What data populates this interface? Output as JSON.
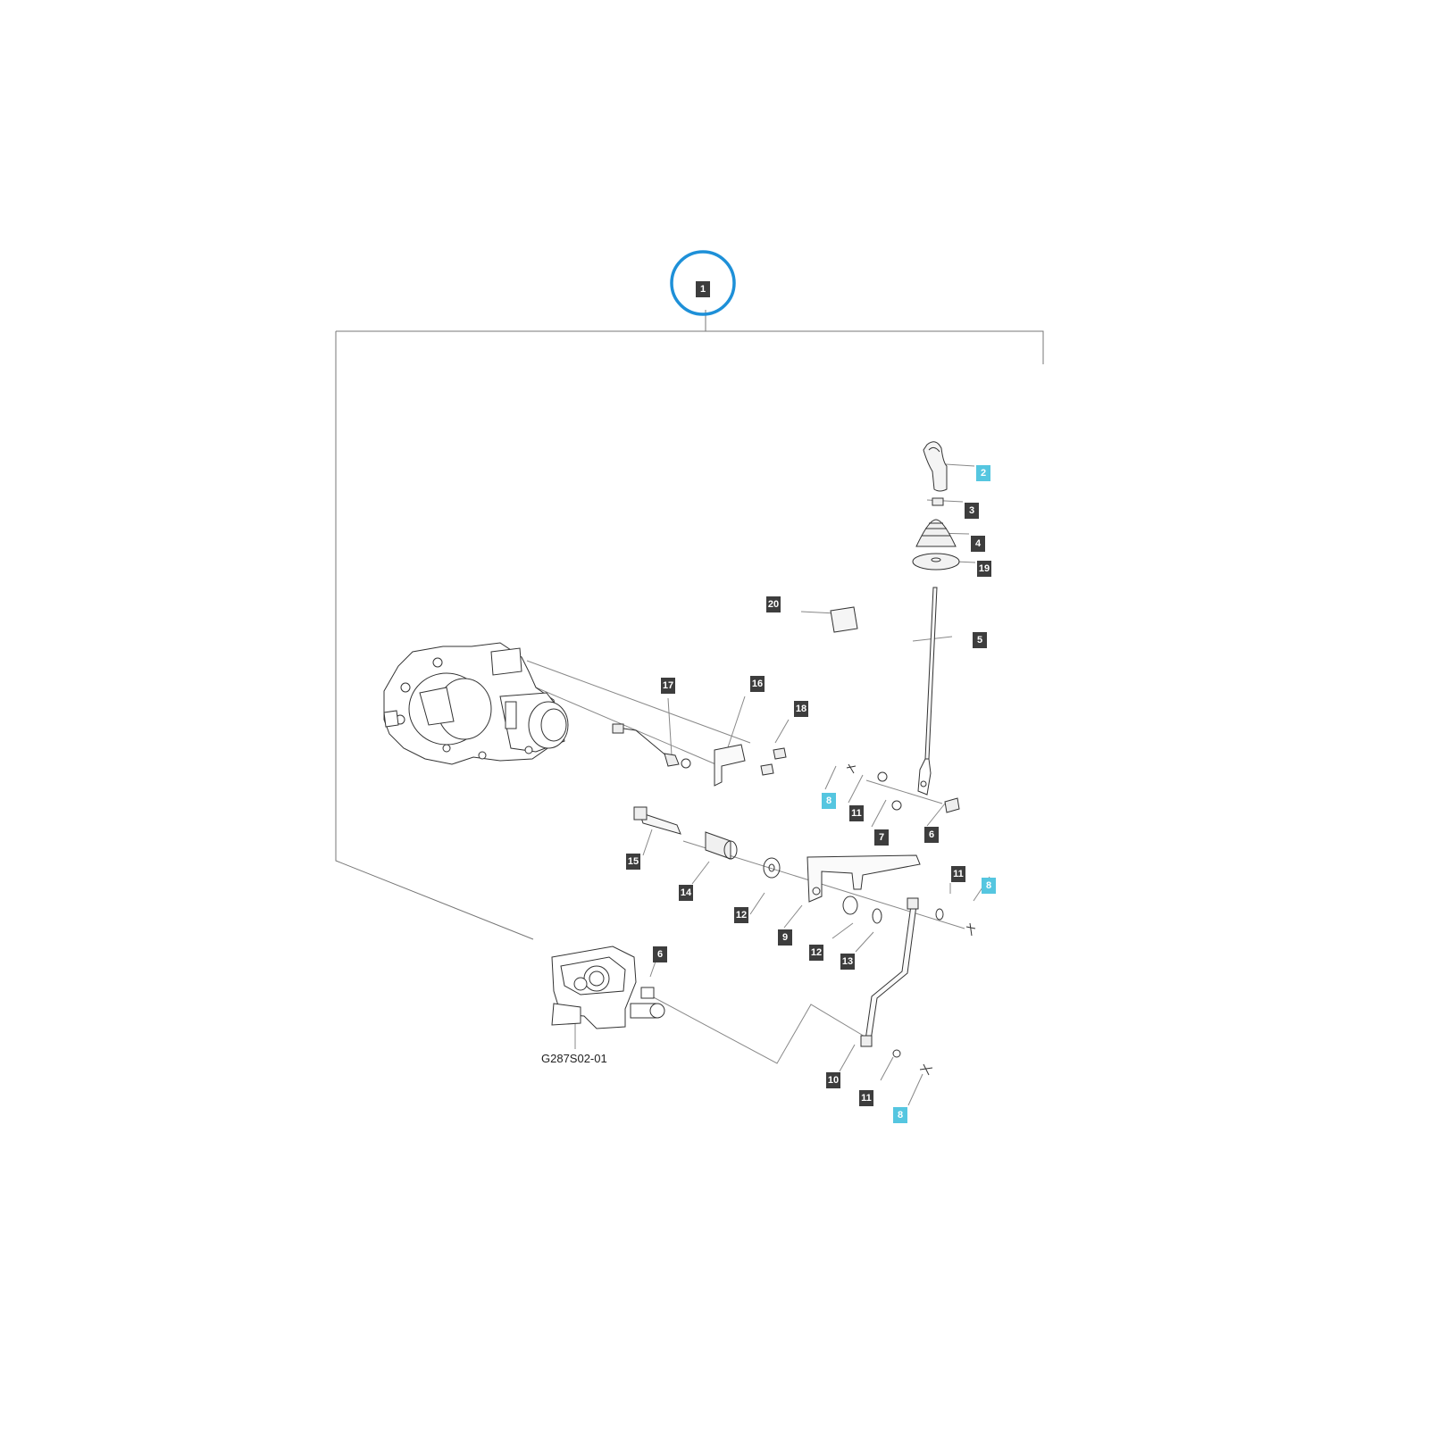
{
  "diagram": {
    "assembly_callout": "1",
    "drawing_code": "G287S02-01",
    "callouts": [
      {
        "id": "c2",
        "label": "2",
        "highlighted": true
      },
      {
        "id": "c3",
        "label": "3",
        "highlighted": false
      },
      {
        "id": "c4",
        "label": "4",
        "highlighted": false
      },
      {
        "id": "c19",
        "label": "19",
        "highlighted": false
      },
      {
        "id": "c20",
        "label": "20",
        "highlighted": false
      },
      {
        "id": "c5",
        "label": "5",
        "highlighted": false
      },
      {
        "id": "c17",
        "label": "17",
        "highlighted": false
      },
      {
        "id": "c16",
        "label": "16",
        "highlighted": false
      },
      {
        "id": "c18",
        "label": "18",
        "highlighted": false
      },
      {
        "id": "c8a",
        "label": "8",
        "highlighted": true
      },
      {
        "id": "c11a",
        "label": "11",
        "highlighted": false
      },
      {
        "id": "c7",
        "label": "7",
        "highlighted": false
      },
      {
        "id": "c6a",
        "label": "6",
        "highlighted": false
      },
      {
        "id": "c15",
        "label": "15",
        "highlighted": false
      },
      {
        "id": "c14",
        "label": "14",
        "highlighted": false
      },
      {
        "id": "c12a",
        "label": "12",
        "highlighted": false
      },
      {
        "id": "c9",
        "label": "9",
        "highlighted": false
      },
      {
        "id": "c12b",
        "label": "12",
        "highlighted": false
      },
      {
        "id": "c13",
        "label": "13",
        "highlighted": false
      },
      {
        "id": "c11b",
        "label": "11",
        "highlighted": false
      },
      {
        "id": "c8b",
        "label": "8",
        "highlighted": true
      },
      {
        "id": "c6b",
        "label": "6",
        "highlighted": false
      },
      {
        "id": "c10",
        "label": "10",
        "highlighted": false
      },
      {
        "id": "c11c",
        "label": "11",
        "highlighted": false
      },
      {
        "id": "c8c",
        "label": "8",
        "highlighted": true
      }
    ],
    "colors": {
      "callout_bg": "#3d3d3d",
      "callout_highlight_bg": "#55c6e0",
      "callout_text": "#ffffff",
      "ring": "#1e90d8",
      "line": "#222222"
    }
  }
}
